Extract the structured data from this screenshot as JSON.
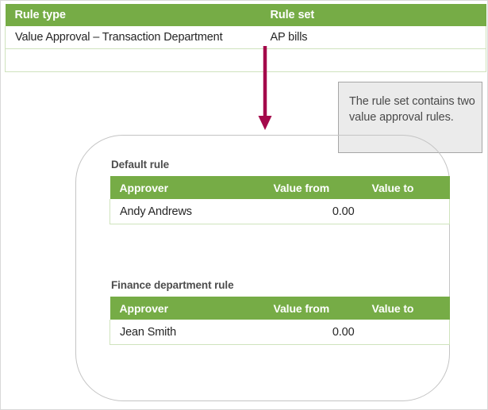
{
  "colors": {
    "header_green": "#76ac46",
    "table_border_green": "#cfe3bd",
    "arrow_magenta": "#a4094b",
    "callout_bg": "#ebebeb",
    "callout_border": "#a6a6a6",
    "rounded_box_border": "#c4c4c4",
    "text_dark": "#252525",
    "label_gray": "#4d4d4d"
  },
  "outer_table": {
    "columns": [
      "Rule type",
      "Rule set"
    ],
    "rows": [
      [
        "Value Approval – Transaction Department",
        "AP bills"
      ],
      [
        "",
        ""
      ]
    ]
  },
  "callout": {
    "text": "The rule set contains two value approval rules."
  },
  "arrow": {
    "name": "down-arrow",
    "direction": "down"
  },
  "rule_groups": [
    {
      "label": "Default rule",
      "columns": [
        "Approver",
        "Value from",
        "Value to"
      ],
      "rows": [
        {
          "approver": "Andy Andrews",
          "value_from": "0.00",
          "value_to": ""
        }
      ]
    },
    {
      "label": "Finance department rule",
      "columns": [
        "Approver",
        "Value from",
        "Value to"
      ],
      "rows": [
        {
          "approver": "Jean Smith",
          "value_from": "0.00",
          "value_to": ""
        }
      ]
    }
  ]
}
